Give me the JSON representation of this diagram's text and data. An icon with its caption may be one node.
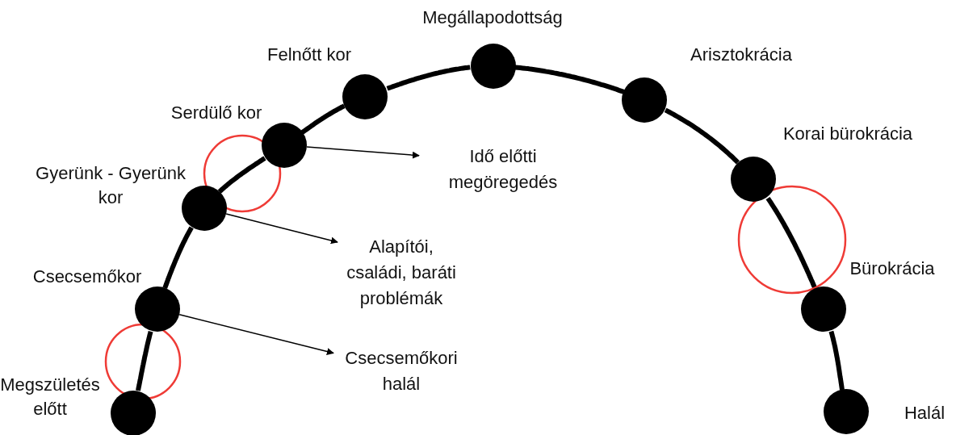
{
  "diagram": {
    "nodes": [
      {
        "text": [],
        "shape": "circle",
        "beside": [
          "Megszületés előtt"
        ]
      },
      {
        "text": [],
        "shape": "circle",
        "beside": [
          "Csecsemőkor"
        ]
      },
      {
        "text": [],
        "shape": "circle",
        "beside": [
          "Gyerünk - Gyerünk kor"
        ]
      },
      {
        "text": [],
        "shape": "circle",
        "beside": [
          "Serdülő kor"
        ]
      },
      {
        "text": [],
        "shape": "circle",
        "beside": [
          "Felnőtt kor"
        ]
      },
      {
        "text": [],
        "shape": "circle",
        "beside": [
          "Megállapodottság"
        ]
      },
      {
        "text": [],
        "shape": "circle",
        "beside": [
          "Arisztokrácia"
        ]
      },
      {
        "text": [],
        "shape": "circle",
        "beside": [
          "Korai bürokrácia"
        ]
      },
      {
        "text": [],
        "shape": "circle",
        "beside": [
          "Bürokrácia"
        ]
      },
      {
        "text": [],
        "shape": "circle",
        "beside": [
          "Halál"
        ]
      },
      {
        "text": [
          "Idő előtti megöregedés"
        ]
      },
      {
        "text": [
          "Alapítói, családi, baráti problémák"
        ]
      },
      {
        "text": [
          "Csecsemőkori halál"
        ]
      }
    ],
    "edges": [
      {
        "from": 0,
        "to": 1,
        "arrow": "none"
      },
      {
        "from": 1,
        "to": 2,
        "arrow": "none"
      },
      {
        "from": 2,
        "to": 3,
        "arrow": "none"
      },
      {
        "from": 3,
        "to": 4,
        "arrow": "none"
      },
      {
        "from": 4,
        "to": 5,
        "arrow": "none"
      },
      {
        "from": 5,
        "to": 6,
        "arrow": "none"
      },
      {
        "from": 6,
        "to": 7,
        "arrow": "none"
      },
      {
        "from": 7,
        "to": 8,
        "arrow": "none"
      },
      {
        "from": 8,
        "to": 9,
        "arrow": "none"
      },
      {
        "from": 3,
        "to": 10,
        "arrow": "to"
      },
      {
        "from": 2,
        "to": 11,
        "arrow": "to"
      },
      {
        "from": 1,
        "to": 12,
        "arrow": "to"
      }
    ]
  }
}
